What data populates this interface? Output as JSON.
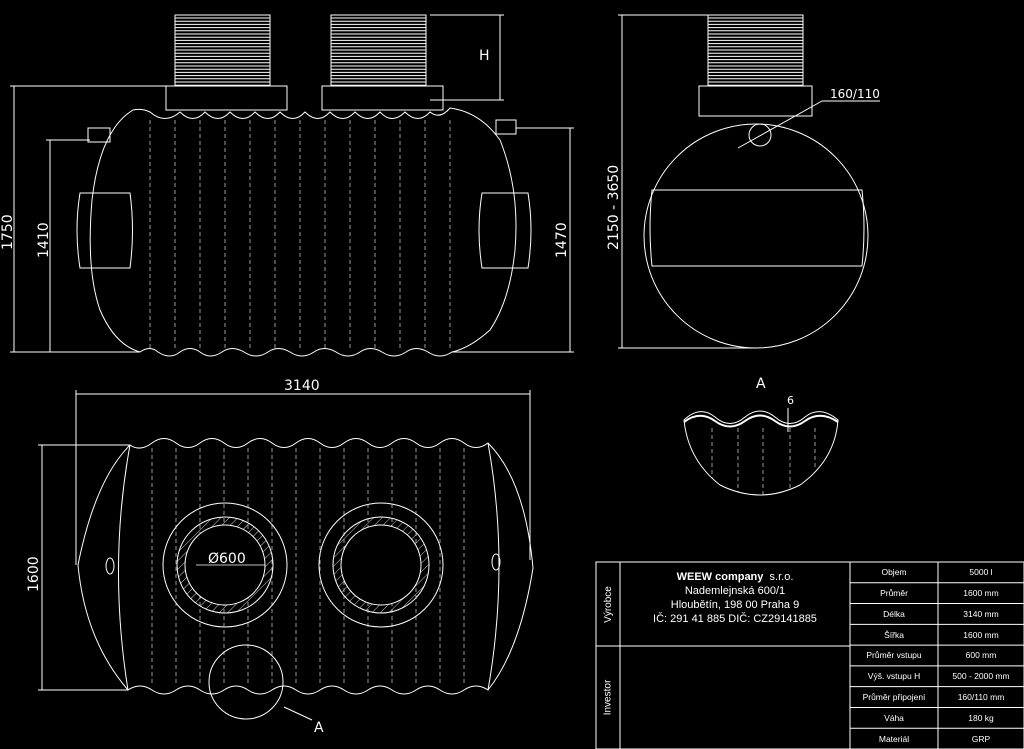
{
  "dimensions": {
    "height_1750": "1750",
    "height_1410": "1410",
    "height_1470": "1470",
    "height_range": "2150 - 3650",
    "label_h": "H",
    "connection": "160/110",
    "length_3140": "3140",
    "width_1600": "1600",
    "diameter": "Ø600",
    "detail_a": "A",
    "detail_a_ref": "A",
    "wall_6": "6"
  },
  "title_block": {
    "manufacturer_label": "Výrobce",
    "investor_label": "Investor",
    "company_name": "WEEW company",
    "company_suffix": "s.r.o.",
    "address_line1": "Nademlejnská 600/1",
    "address_line2": "Hloubětín, 198 00 Praha 9",
    "ids": "IČ: 291 41 885 DIČ: CZ29141885",
    "specs": [
      {
        "label": "Objem",
        "value": "5000 l"
      },
      {
        "label": "Průměr",
        "value": "1600 mm"
      },
      {
        "label": "Délka",
        "value": "3140 mm"
      },
      {
        "label": "Šířka",
        "value": "1600 mm"
      },
      {
        "label": "Průměr vstupu",
        "value": "600 mm"
      },
      {
        "label": "Výš. vstupu H",
        "value": "500 - 2000 mm"
      },
      {
        "label": "Průměr připojení",
        "value": "160/110 mm"
      },
      {
        "label": "Váha",
        "value": "180 kg"
      },
      {
        "label": "Materiál",
        "value": "GRP"
      }
    ]
  }
}
